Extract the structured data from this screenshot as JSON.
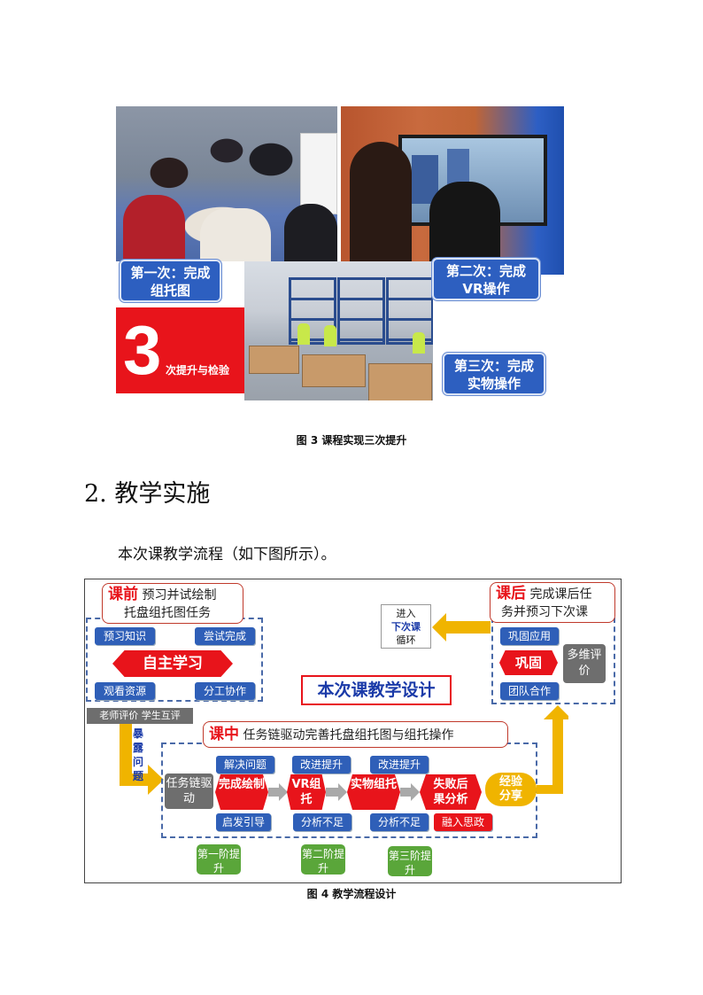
{
  "figure3": {
    "tag1": "第一次：完成组托图",
    "tag2": "第二次：完成VR操作",
    "tag3": "第三次：完成实物操作",
    "big_number": "3",
    "big_sub": "次提升与检验",
    "caption": "图 3  课程实现三次提升"
  },
  "section": {
    "heading": "2.  教学实施",
    "paragraph": "本次课教学流程（如下图所示）。"
  },
  "figure4": {
    "pre": {
      "key": "课前",
      "text1": "预习并试绘制",
      "text2": "托盘组托图任务",
      "items": [
        "预习知识",
        "尝试完成",
        "观看资源",
        "分工协作"
      ],
      "core": "自主学习"
    },
    "post": {
      "key": "课后",
      "text1": "完成课后任",
      "text2": "务并预习下次课",
      "items": [
        "巩固应用",
        "团队合作"
      ],
      "core": "巩固",
      "eval": "多维评价"
    },
    "next": {
      "line1": "进入",
      "line2": "下次课",
      "line3": "循环"
    },
    "title": "本次课教学设计",
    "review": "老师评价  学生互评",
    "expose": "暴露问题",
    "mid": {
      "key": "课中",
      "text": "任务链驱动完善托盘组托图与组托操作"
    },
    "driver": "任务链驱动",
    "steps": [
      "完成绘制",
      "VR组托",
      "实物组托",
      "失败后果分析"
    ],
    "top_pills": [
      "解决问题",
      "改进提升",
      "改进提升"
    ],
    "bottom_pills": [
      "启发引导",
      "分析不足",
      "分析不足"
    ],
    "ideology": "融入思政",
    "share": "经验分享",
    "stages": [
      "第一阶提升",
      "第二阶提升",
      "第三阶提升"
    ],
    "caption": "图 4  教学流程设计"
  },
  "colors": {
    "red": "#e8141b",
    "blue": "#2f5fb8",
    "yellow": "#f0b400",
    "green": "#5aa63a",
    "grey": "#6e6e6e"
  }
}
